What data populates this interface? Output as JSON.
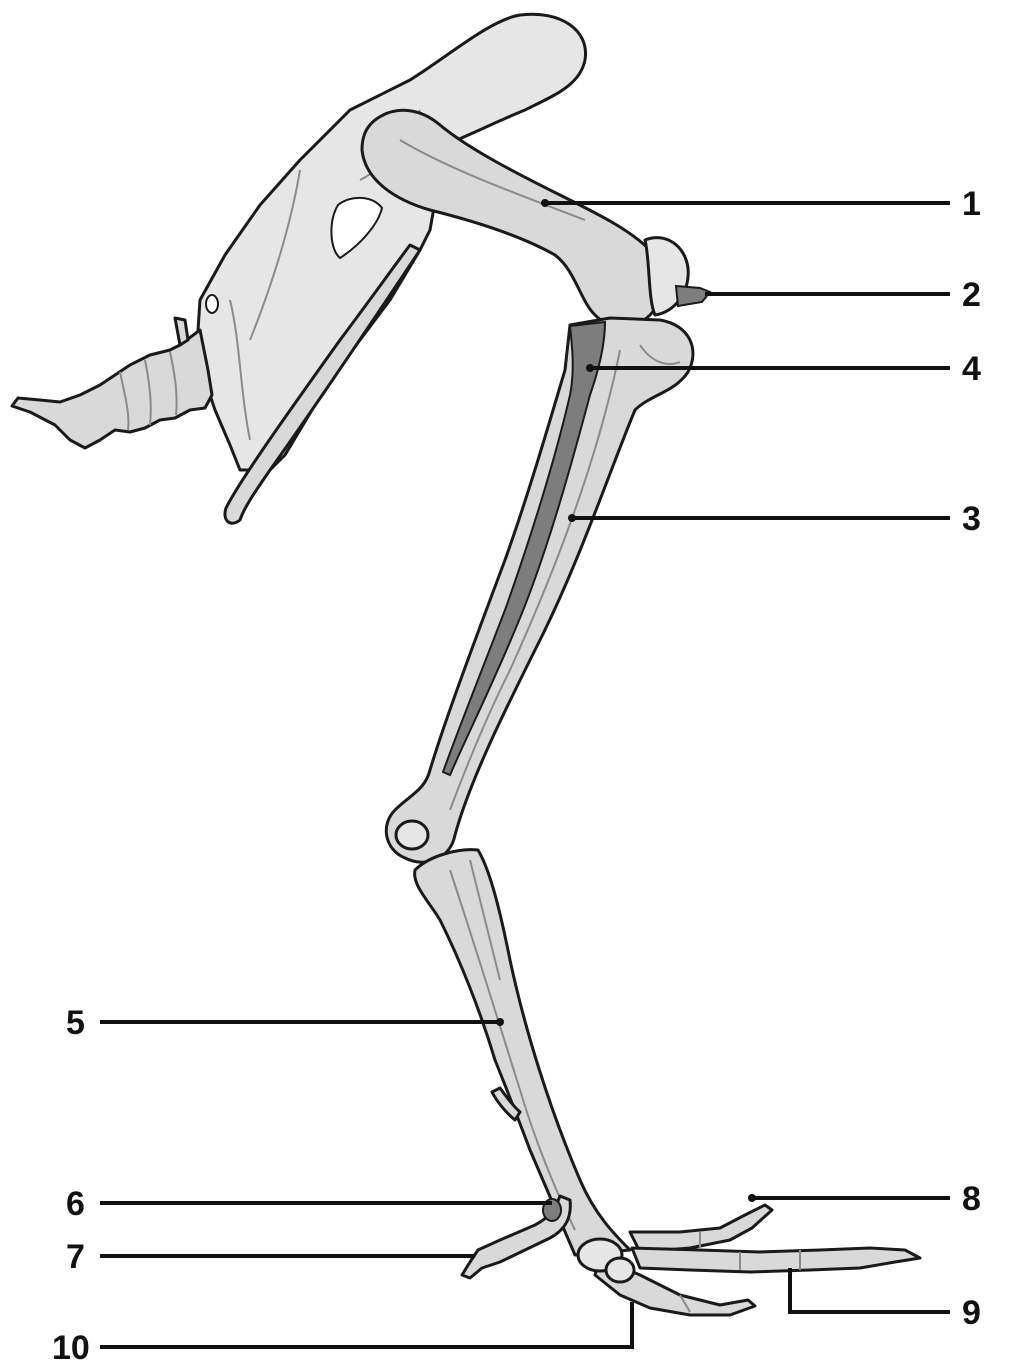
{
  "labels": {
    "l1": "1",
    "l2": "2",
    "l3": "3",
    "l4": "4",
    "l5": "5",
    "l6": "6",
    "l7": "7",
    "l8": "8",
    "l9": "9",
    "l10": "10"
  },
  "colors": {
    "bone": "#d9d9d9",
    "outline": "#1a1a1a",
    "fibula": "#7d7d7d",
    "background": "#ffffff"
  }
}
